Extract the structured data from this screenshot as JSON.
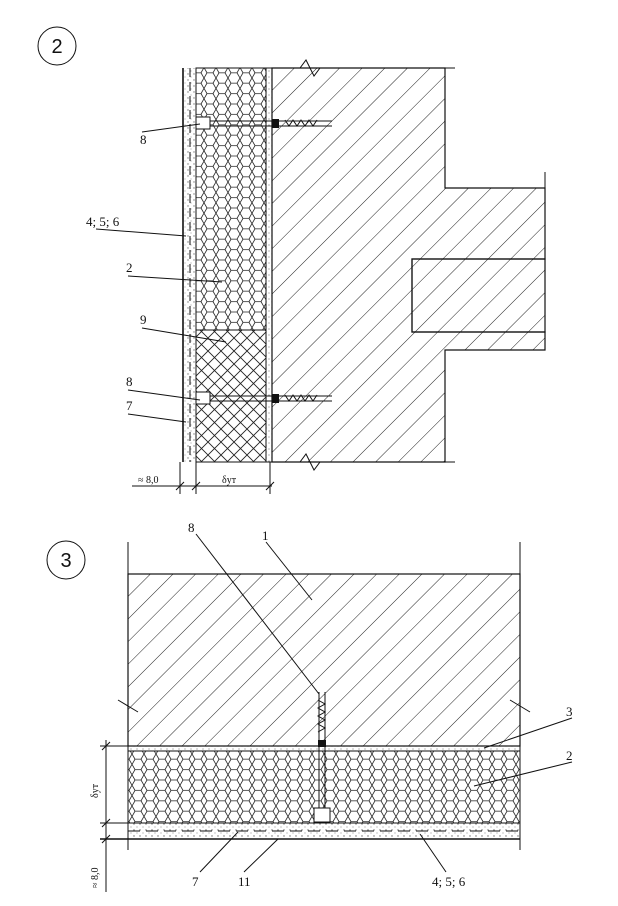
{
  "detail2": {
    "number": "2",
    "labels": {
      "l8a": "8",
      "l456": "4; 5; 6",
      "l2": "2",
      "l9": "9",
      "l8b": "8",
      "l7": "7"
    },
    "dim_left": "≈ 8,0",
    "dim_right": "δут"
  },
  "detail3": {
    "number": "3",
    "labels": {
      "l8": "8",
      "l1": "1",
      "l3": "3",
      "l2": "2",
      "l7": "7",
      "l11": "11",
      "l456": "4; 5; 6"
    },
    "dim_thick": "δут",
    "dim_plaster": "≈ 8,0"
  }
}
